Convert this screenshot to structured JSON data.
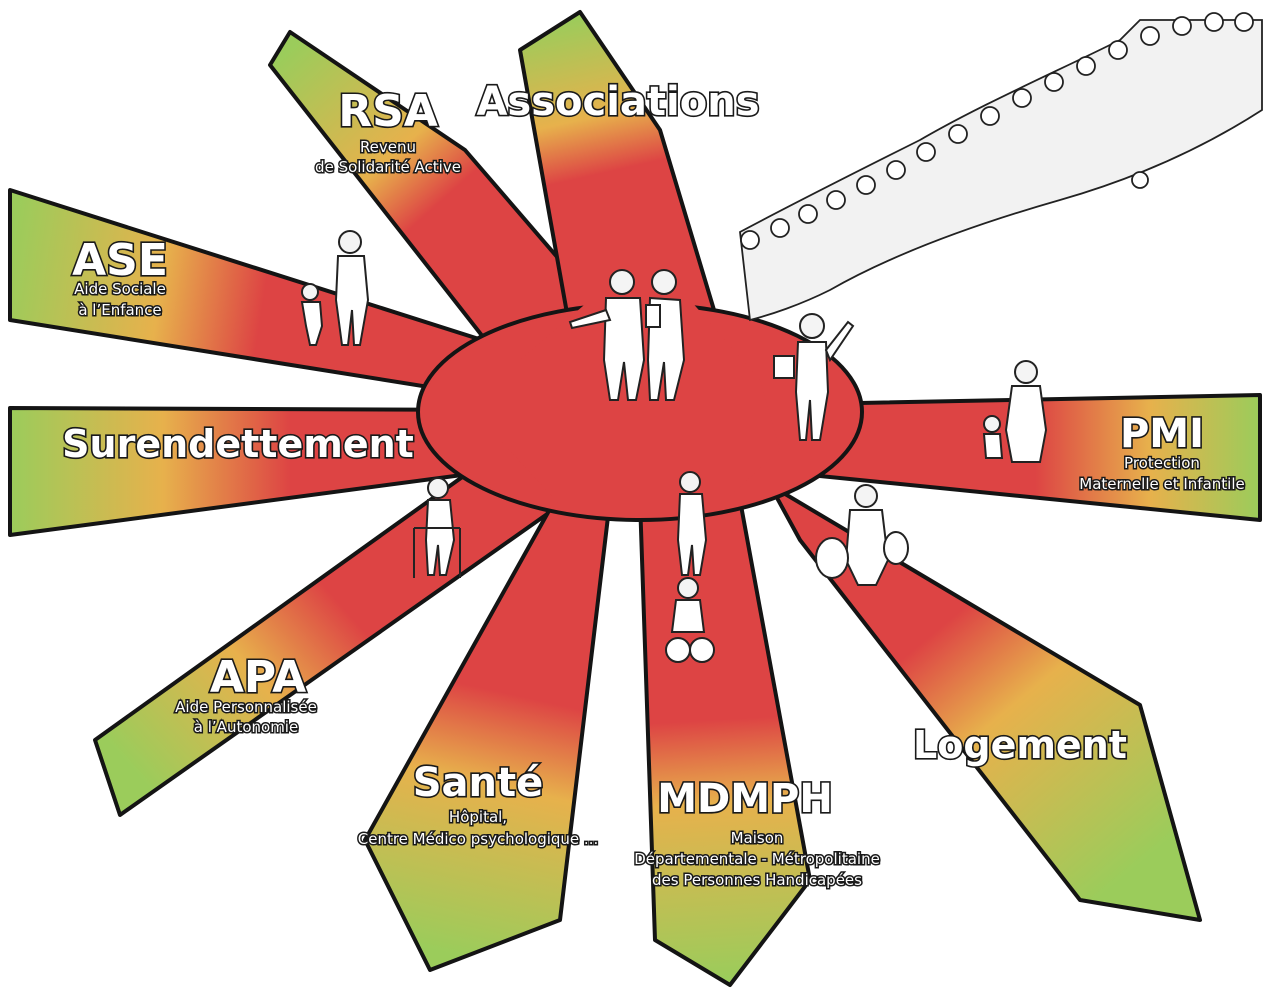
{
  "colors": {
    "hub": "#dd4444",
    "mid": "#e7b14c",
    "outer": "#9bcc5b",
    "outline": "#141414"
  },
  "branches": [
    {
      "id": "rsa",
      "title": "RSA",
      "subtitle": [
        "Revenu",
        "de Solidarité Active"
      ]
    },
    {
      "id": "associations",
      "title": "Associations",
      "subtitle": []
    },
    {
      "id": "ase",
      "title": "ASE",
      "subtitle": [
        "Aide Sociale",
        "à l’Enfance"
      ]
    },
    {
      "id": "surendettement",
      "title": "Surendettement",
      "subtitle": []
    },
    {
      "id": "pmi",
      "title": "PMI",
      "subtitle": [
        "Protection",
        "Maternelle et Infantile"
      ]
    },
    {
      "id": "apa",
      "title": "APA",
      "subtitle": [
        "Aide Personnalisée",
        "à l’Autonomie"
      ]
    },
    {
      "id": "sante",
      "title": "Santé",
      "subtitle": [
        "Hôpital,",
        "Centre Médico psychologique ..."
      ]
    },
    {
      "id": "mdmph",
      "title": "MDMPH",
      "subtitle": [
        "Maison",
        "Départementale - Métropolitaine",
        "des Personnes Handicapées"
      ]
    },
    {
      "id": "logement",
      "title": "Logement",
      "subtitle": []
    }
  ]
}
